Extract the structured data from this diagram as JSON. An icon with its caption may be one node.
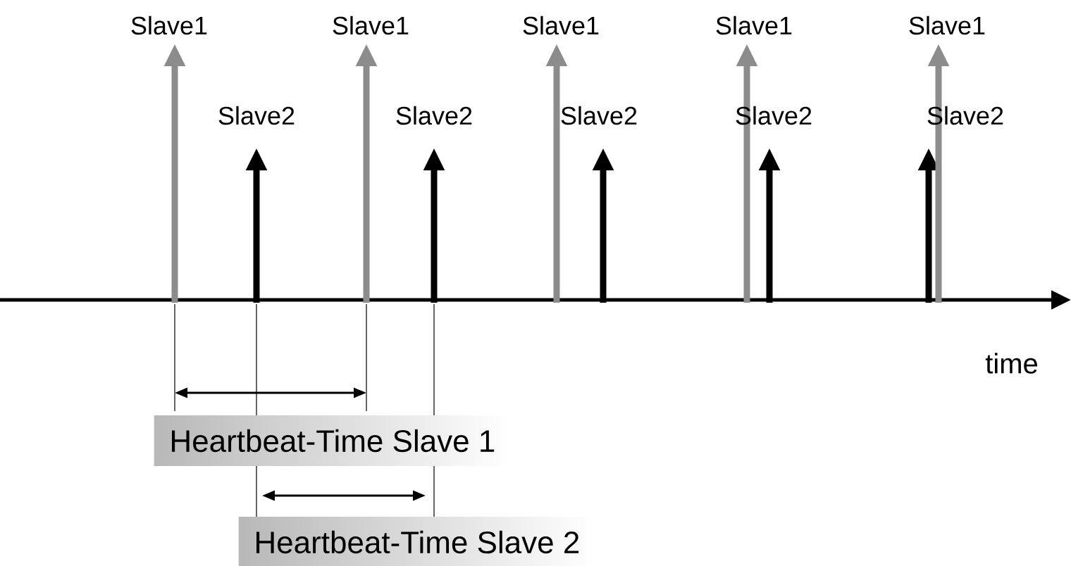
{
  "diagram": {
    "nodes": [
      {
        "text": [
          "Heartbeat-Time Slave 1"
        ]
      },
      {
        "text": [
          "Heartbeat-Time Slave 2"
        ]
      }
    ],
    "labels": [
      "Slave1",
      "Slave1",
      "Slave1",
      "Slave1",
      "Slave1",
      "Slave2",
      "Slave2",
      "Slave2",
      "Slave2",
      "Slave2",
      "time"
    ]
  }
}
